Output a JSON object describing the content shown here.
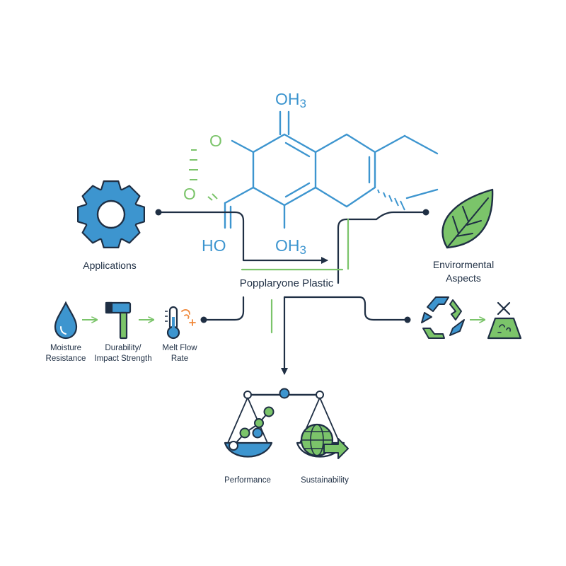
{
  "title": "Popplaryone Plastic",
  "molecule": {
    "top_group": "OH",
    "top_sub": "3",
    "bottom_group": "OH",
    "bottom_sub": "3",
    "left_group": "HO",
    "ring_o_upper": "O",
    "ring_o_lower": "O"
  },
  "nodes": {
    "applications": "Applications",
    "environmental_line1": "Envirormental",
    "environmental_line2": "Aspects",
    "performance": "Performance",
    "sustainability": "Sustainability"
  },
  "properties": [
    {
      "line1": "Moisture",
      "line2": "Resistance",
      "icon": "water-drop-icon"
    },
    {
      "line1": "Durability/",
      "line2": "Impact Strength",
      "icon": "hammer-icon"
    },
    {
      "line1": "Melt Flow",
      "line2": "Rate",
      "icon": "thermometer-icon"
    }
  ],
  "colors": {
    "blue": "#3d95cf",
    "green": "#7bc46a",
    "navy": "#1f2f44"
  }
}
